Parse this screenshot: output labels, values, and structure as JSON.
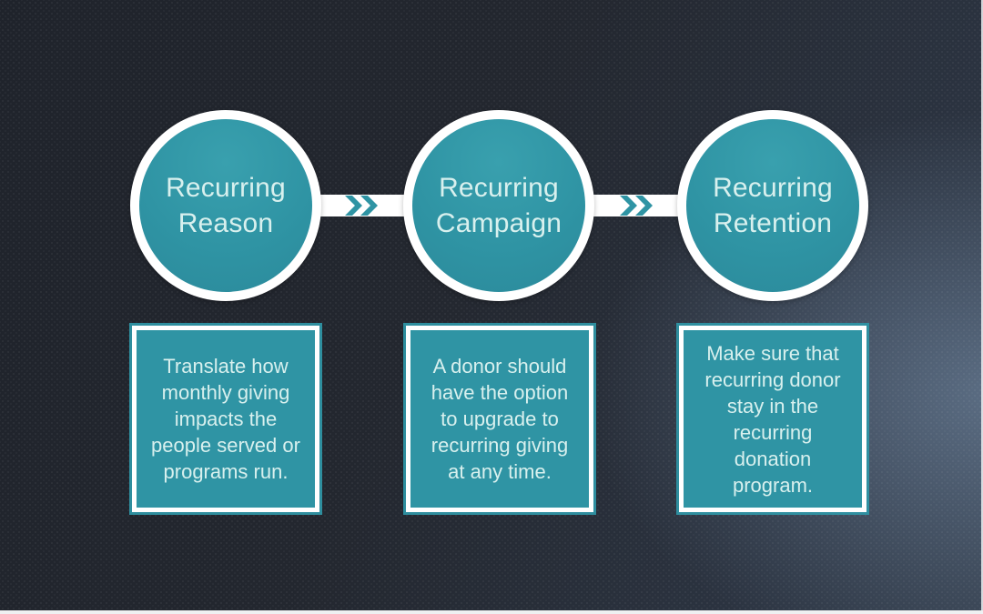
{
  "slide": {
    "steps": [
      {
        "circle_label": "Recurring\nReason",
        "description": "Translate how\nmonthly giving\nimpacts the\npeople served or\nprograms run."
      },
      {
        "circle_label": "Recurring\nCampaign",
        "description": "A donor should\nhave the option\nto upgrade to\nrecurring giving\nat any time."
      },
      {
        "circle_label": "Recurring\nRetention",
        "description": "Make sure that\nrecurring donor\nstay in the\nrecurring\ndonation\nprogram."
      }
    ],
    "connector_icon": "double-chevron-right",
    "colors": {
      "teal": "#2f94a4",
      "label_text": "#d8f0ee",
      "connector_white": "#ffffff",
      "background_dark": "#23272f",
      "background_light": "#4d5c6f"
    }
  }
}
